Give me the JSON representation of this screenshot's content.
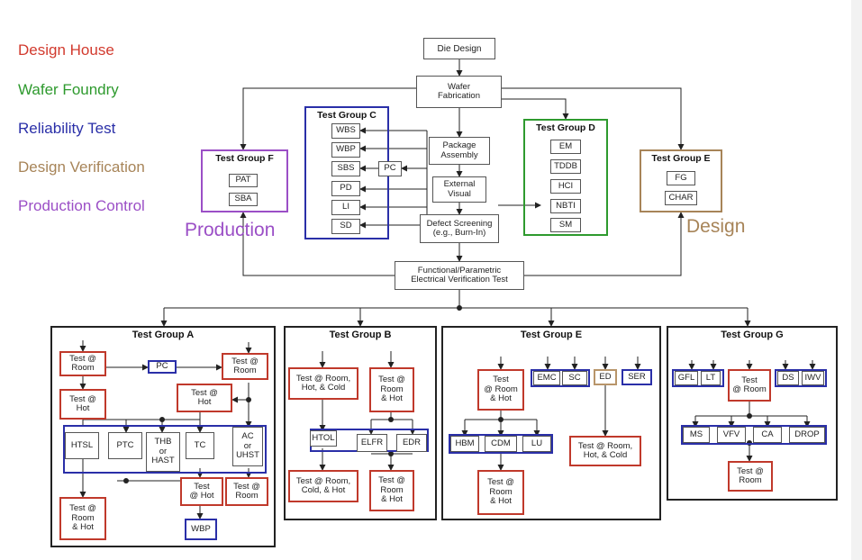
{
  "legend": {
    "design_house": "Design House",
    "wafer_foundry": "Wafer Foundry",
    "reliability_test": "Reliability Test",
    "design_verification": "Design Verification",
    "production_control": "Production Control"
  },
  "colors": {
    "design_house": "#d23a2e",
    "wafer_foundry": "#2e9a2e",
    "reliability_test": "#2a2fa8",
    "design_verification": "#a78458",
    "production_control": "#9b4fc6"
  },
  "labels": {
    "production": "Production",
    "design": "Design"
  },
  "flow": {
    "die_design": "Die Design",
    "wafer_fab": "Wafer\nFabrication",
    "package_assembly": "Package\nAssembly",
    "external_visual": "External\nVisual",
    "defect_screening": "Defect Screening\n(e.g., Burn-In)",
    "functional": "Functional/Parametric\nElectrical Verification Test"
  },
  "group_c": {
    "title": "Test Group C",
    "items": [
      "WBS",
      "WBP",
      "SBS",
      "PD",
      "LI",
      "SD"
    ],
    "pc": "PC"
  },
  "group_d": {
    "title": "Test Group D",
    "items": [
      "EM",
      "TDDB",
      "HCI",
      "NBTI",
      "SM"
    ]
  },
  "group_f": {
    "title": "Test Group F",
    "items": [
      "PAT",
      "SBA"
    ]
  },
  "group_e_top": {
    "title": "Test Group E",
    "items": [
      "FG",
      "CHAR"
    ]
  },
  "group_a": {
    "title": "Test Group A",
    "test_room": "Test @\nRoom",
    "test_hot": "Test @\nHot",
    "pc": "PC",
    "test_room2": "Test @\nRoom",
    "test_hot2": "Test @\nHot",
    "htsl": "HTSL",
    "ptc": "PTC",
    "thb": "THB\nor\nHAST",
    "tc": "TC",
    "ac": "AC\nor\nUHST",
    "test_room_hot": "Test @\nRoom\n& Hot",
    "test_hot3": "Test\n@ Hot",
    "test_room3": "Test @\nRoom",
    "wbp": "WBP"
  },
  "group_b": {
    "title": "Test Group B",
    "t1": "Test @ Room,\nHot, & Cold",
    "t2": "Test @\nRoom\n& Hot",
    "htol": "HTOL",
    "elfr": "ELFR",
    "edr": "EDR",
    "t3": "Test @ Room,\nCold, & Hot",
    "t4": "Test @\nRoom\n& Hot"
  },
  "group_e": {
    "title": "Test Group E",
    "t1": "Test\n@ Room\n& Hot",
    "emc": "EMC",
    "sc": "SC",
    "ed": "ED",
    "ser": "SER",
    "hbm": "HBM",
    "cdm": "CDM",
    "lu": "LU",
    "t2": "Test @\nRoom\n& Hot",
    "t3": "Test @ Room,\nHot, & Cold"
  },
  "group_g": {
    "title": "Test Group G",
    "gfl": "GFL",
    "lt": "LT",
    "t1": "Test\n@ Room",
    "ds": "DS",
    "iwv": "IWV",
    "ms": "MS",
    "vfv": "VFV",
    "ca": "CA",
    "drop": "DROP",
    "t2": "Test @\nRoom"
  }
}
